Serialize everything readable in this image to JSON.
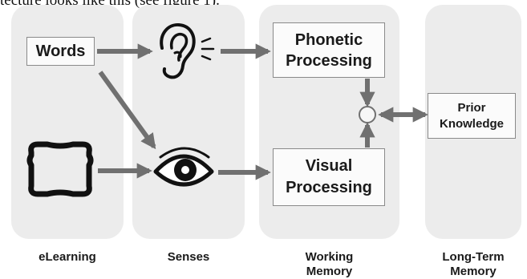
{
  "caption_top": "tecture looks like this (see figure 1).",
  "boxes": {
    "words": "Words",
    "phonetic_line1": "Phonetic",
    "phonetic_line2": "Processing",
    "visual_line1": "Visual",
    "visual_line2": "Processing",
    "prior_line1": "Prior",
    "prior_line2": "Knowledge"
  },
  "columns": {
    "elearning": "eLearning",
    "senses": "Senses",
    "working_line1": "Working",
    "working_line2": "Memory",
    "longterm_line1": "Long-Term",
    "longterm_line2": "Memory"
  },
  "icons": [
    "picture-frame-icon",
    "ear-icon",
    "eye-icon"
  ],
  "colors": {
    "column_bg": "#ececec",
    "arrow": "#707070",
    "box_border": "#8a8a8a"
  }
}
